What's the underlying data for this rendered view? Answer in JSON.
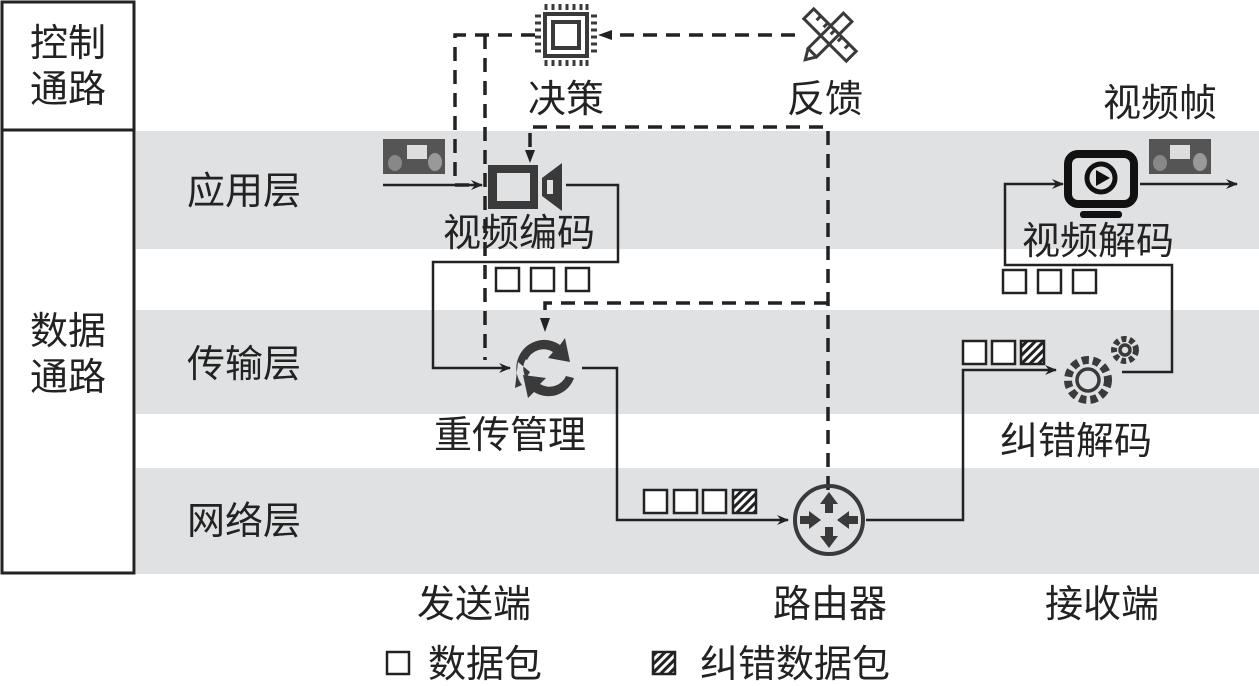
{
  "paths": {
    "control": "控制\n通路",
    "control_lines": [
      "控制",
      "通路"
    ],
    "data_lines": [
      "数据",
      "通路"
    ]
  },
  "layers": {
    "application": "应用层",
    "transport": "传输层",
    "network": "网络层"
  },
  "nodes": {
    "decision": "决策",
    "feedback": "反馈",
    "video_frame": "视频帧",
    "video_encode": "视频编码",
    "retransmit": "重传管理",
    "video_decode": "视频解码",
    "fec_decode": "纠错解码"
  },
  "endpoints": {
    "sender": "发送端",
    "router": "路由器",
    "receiver": "接收端"
  },
  "legend": {
    "data_packet": "数据包",
    "fec_packet": "纠错数据包"
  },
  "icons": {
    "decision": "cpu-chip-icon",
    "feedback": "ruler-pencil-icon",
    "video_encode": "video-camera-icon",
    "retransmit": "refresh-cycle-icon",
    "router": "router-icon",
    "video_decode": "monitor-play-icon",
    "fec_decode": "gears-icon"
  },
  "colors": {
    "band": "#e0e1e3",
    "stroke": "#222222",
    "icon": "#3a3a3a"
  }
}
